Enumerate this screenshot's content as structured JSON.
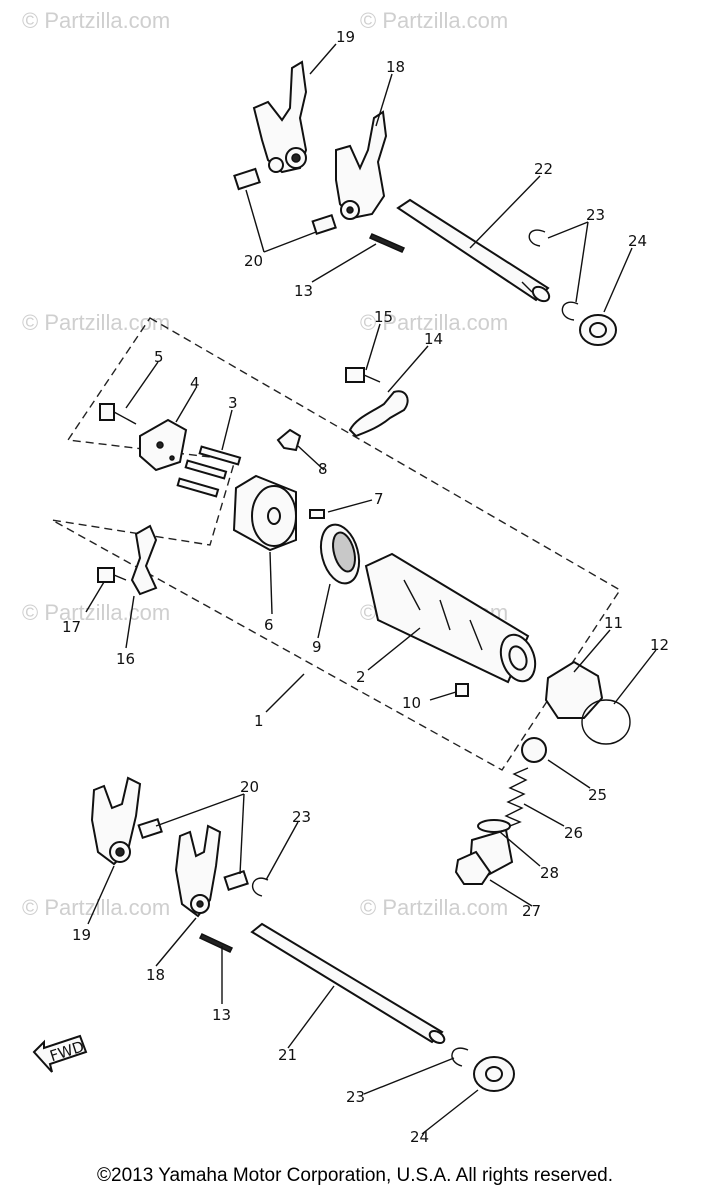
{
  "watermark": "© Partzilla.com",
  "fwd_label": "FWD",
  "copyright": "©2013 Yamaha Motor Corporation, U.S.A. All rights reserved.",
  "callouts": [
    {
      "id": "c19a",
      "text": "19"
    },
    {
      "id": "c18a",
      "text": "18"
    },
    {
      "id": "c22",
      "text": "22"
    },
    {
      "id": "c23a",
      "text": "23"
    },
    {
      "id": "c24a",
      "text": "24"
    },
    {
      "id": "c20a",
      "text": "20"
    },
    {
      "id": "c13a",
      "text": "13"
    },
    {
      "id": "c15",
      "text": "15"
    },
    {
      "id": "c14",
      "text": "14"
    },
    {
      "id": "c5",
      "text": "5"
    },
    {
      "id": "c4",
      "text": "4"
    },
    {
      "id": "c3",
      "text": "3"
    },
    {
      "id": "c8",
      "text": "8"
    },
    {
      "id": "c7",
      "text": "7"
    },
    {
      "id": "c6",
      "text": "6"
    },
    {
      "id": "c9",
      "text": "9"
    },
    {
      "id": "c2",
      "text": "2"
    },
    {
      "id": "c10",
      "text": "10"
    },
    {
      "id": "c1",
      "text": "1"
    },
    {
      "id": "c17",
      "text": "17"
    },
    {
      "id": "c16",
      "text": "16"
    },
    {
      "id": "c11",
      "text": "11"
    },
    {
      "id": "c12",
      "text": "12"
    },
    {
      "id": "c25",
      "text": "25"
    },
    {
      "id": "c26",
      "text": "26"
    },
    {
      "id": "c28",
      "text": "28"
    },
    {
      "id": "c27",
      "text": "27"
    },
    {
      "id": "c20b",
      "text": "20"
    },
    {
      "id": "c23b",
      "text": "23"
    },
    {
      "id": "c19b",
      "text": "19"
    },
    {
      "id": "c18b",
      "text": "18"
    },
    {
      "id": "c13b",
      "text": "13"
    },
    {
      "id": "c21",
      "text": "21"
    },
    {
      "id": "c23c",
      "text": "23"
    },
    {
      "id": "c24b",
      "text": "24"
    }
  ]
}
